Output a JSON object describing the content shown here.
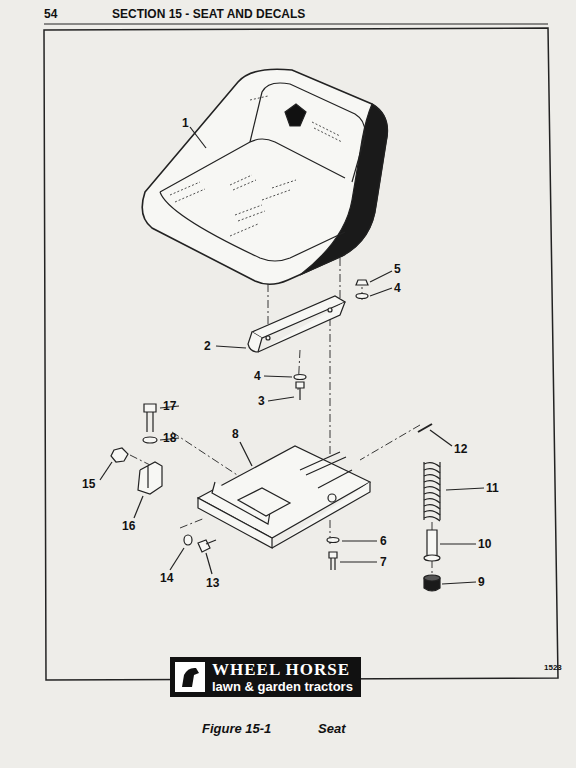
{
  "diagram": {
    "title": "SECTION 15 - SEAT AND DECALS",
    "caption": "Figure 15-1",
    "nodes": [
      {
        "text": [
          "WHEEL HORSE",
          "lawn & garden tractors"
        ]
      }
    ],
    "labels": [
      "54",
      "1",
      "5",
      "4",
      "2",
      "4",
      "3",
      "17",
      "18",
      "8",
      "12",
      "15",
      "11",
      "16",
      "6",
      "10",
      "14",
      "13",
      "7",
      "9",
      "1523",
      "Seat"
    ]
  }
}
